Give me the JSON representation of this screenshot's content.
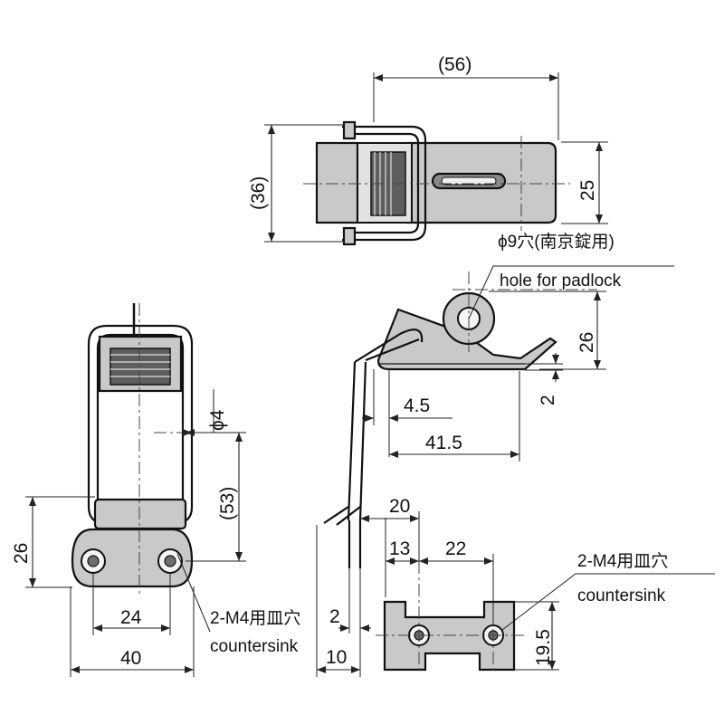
{
  "top_view": {
    "dim_width": "(56)",
    "dim_height_left": "(36)",
    "dim_height_right": "25"
  },
  "front_view": {
    "dim_hole": "ϕ4",
    "dim_length": "(53)",
    "dim_base_height": "26",
    "dim_hole_pitch": "24",
    "dim_width": "40",
    "note_jp": "2-M4用皿穴",
    "note_en": "countersink"
  },
  "side_view": {
    "padlock_note_jp": "ϕ9穴(南京錠用)",
    "padlock_note_en": "hole for padlock",
    "dim_height": "26",
    "dim_thickness": "2",
    "dim_offset": "4.5",
    "dim_length": "41.5"
  },
  "bottom_view": {
    "dim_20": "20",
    "dim_13": "13",
    "dim_22": "22",
    "dim_2": "2",
    "dim_10": "10",
    "dim_height": "19.5",
    "note_jp": "2-M4用皿穴",
    "note_en": "countersink"
  }
}
